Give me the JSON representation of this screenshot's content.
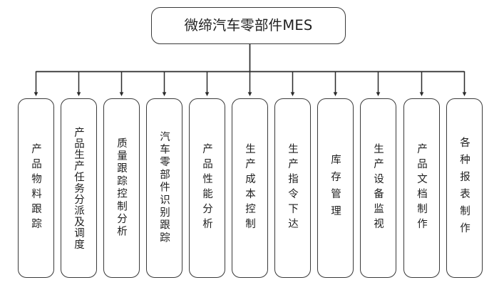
{
  "diagram": {
    "type": "organization-tree",
    "orientation": "top-down",
    "background_color": "#ffffff",
    "line_color": "#2b2b2b",
    "box_border_color": "#3a3a3a",
    "box_fill_color": "#ffffff",
    "text_color": "#1f1f1f",
    "root": {
      "label": "微缔汽车零部件MES",
      "shape": "rounded-rectangle",
      "text_direction": "horizontal"
    },
    "child_count": 11,
    "children": [
      {
        "label": "产品物料跟踪",
        "chars": 6,
        "text_direction": "vertical"
      },
      {
        "label": "产品生产任务分派及调度",
        "chars": 11,
        "text_direction": "vertical"
      },
      {
        "label": "质量跟踪控制分析",
        "chars": 8,
        "text_direction": "vertical"
      },
      {
        "label": "汽车零部件识别跟踪",
        "chars": 9,
        "text_direction": "vertical"
      },
      {
        "label": "产品性能分析",
        "chars": 6,
        "text_direction": "vertical"
      },
      {
        "label": "生产成本控制",
        "chars": 6,
        "text_direction": "vertical"
      },
      {
        "label": "生产指令下达",
        "chars": 6,
        "text_direction": "vertical"
      },
      {
        "label": "库存管理",
        "chars": 4,
        "text_direction": "vertical"
      },
      {
        "label": "生产设备监视",
        "chars": 6,
        "text_direction": "vertical"
      },
      {
        "label": "产品文档制作",
        "chars": 6,
        "text_direction": "vertical"
      },
      {
        "label": "各种报表制作",
        "chars": 6,
        "text_direction": "vertical"
      }
    ]
  }
}
